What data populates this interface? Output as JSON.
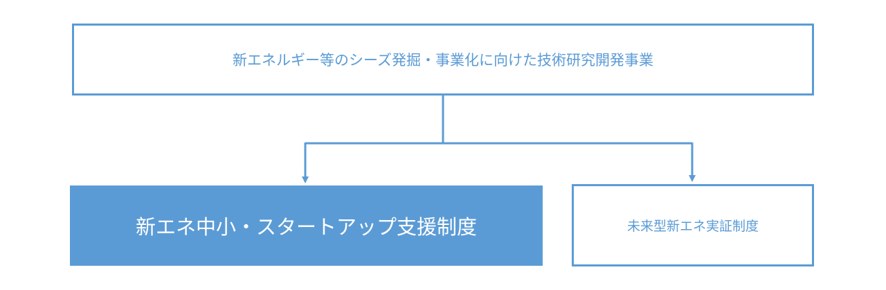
{
  "diagram": {
    "top_node": {
      "label": "新エネルギー等のシーズ発掘・事業化に向けた技術研究開発事業"
    },
    "child_nodes": [
      {
        "label": "新エネ中小・スタートアップ支援制度"
      },
      {
        "label": "未来型新エネ実証制度"
      }
    ]
  },
  "colors": {
    "accent": "#5b9bd5",
    "filled_text": "#ffffff"
  }
}
